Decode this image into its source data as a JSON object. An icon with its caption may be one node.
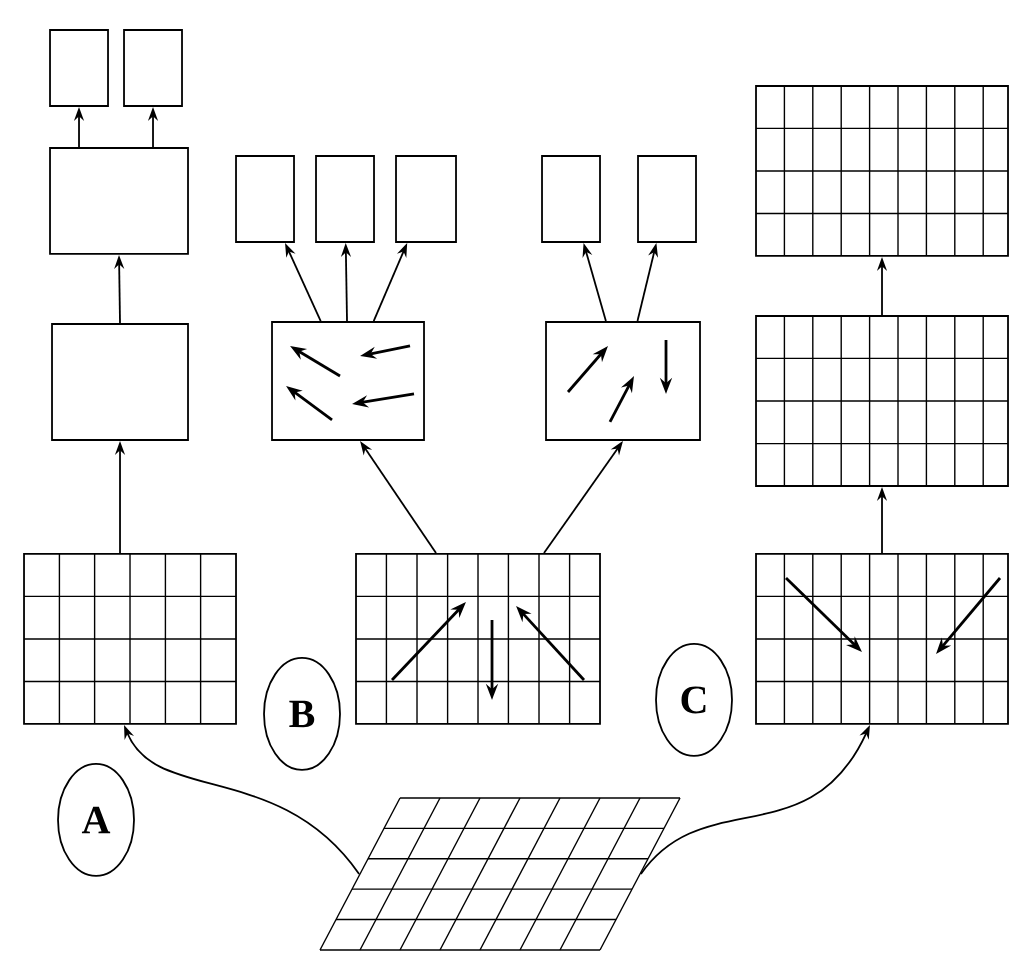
{
  "diagram": {
    "nodes": [
      {
        "text": [],
        "shape": "box"
      },
      {
        "text": [],
        "shape": "box"
      },
      {
        "text": [],
        "shape": "box"
      },
      {
        "text": [],
        "shape": "box"
      },
      {
        "text": [],
        "shape": "grid"
      },
      {
        "text": [],
        "shape": "box"
      },
      {
        "text": [],
        "shape": "box"
      },
      {
        "text": [],
        "shape": "box"
      },
      {
        "text": [],
        "shape": "box"
      },
      {
        "text": [],
        "shape": "box"
      },
      {
        "text": [],
        "shape": "box"
      },
      {
        "text": [],
        "shape": "box"
      },
      {
        "text": [],
        "shape": "grid"
      },
      {
        "text": [],
        "shape": "grid"
      },
      {
        "text": [],
        "shape": "grid"
      },
      {
        "text": [],
        "shape": "grid"
      },
      {
        "text": [
          "A"
        ]
      },
      {
        "text": [
          "B"
        ]
      },
      {
        "text": [
          "C"
        ]
      },
      {
        "text": [],
        "shape": "grid"
      }
    ],
    "edges": [
      {
        "from": 19,
        "to": 4,
        "arrow": "to"
      },
      {
        "from": 19,
        "to": 15,
        "arrow": "to"
      },
      {
        "from": 4,
        "to": 3,
        "arrow": "to"
      },
      {
        "from": 3,
        "to": 2,
        "arrow": "to"
      },
      {
        "from": 2,
        "to": 0,
        "arrow": "to"
      },
      {
        "from": 2,
        "to": 1,
        "arrow": "to"
      },
      {
        "from": 12,
        "to": 8,
        "arrow": "to"
      },
      {
        "from": 12,
        "to": 11,
        "arrow": "to"
      },
      {
        "from": 8,
        "to": 5,
        "arrow": "to"
      },
      {
        "from": 8,
        "to": 6,
        "arrow": "to"
      },
      {
        "from": 8,
        "to": 7,
        "arrow": "to"
      },
      {
        "from": 11,
        "to": 9,
        "arrow": "to"
      },
      {
        "from": 11,
        "to": 10,
        "arrow": "to"
      },
      {
        "from": 15,
        "to": 14,
        "arrow": "to"
      },
      {
        "from": 14,
        "to": 13,
        "arrow": "to"
      }
    ]
  }
}
